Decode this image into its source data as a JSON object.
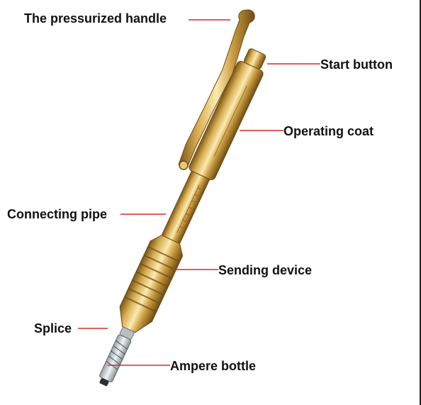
{
  "labels": {
    "handle": "The pressurized handle",
    "start": "Start button",
    "coat": "Operating coat",
    "pipe": "Connecting pipe",
    "sending": "Sending device",
    "splice": "Splice",
    "ampere": "Ampere bottle"
  },
  "colors": {
    "leader": "#d42b2b",
    "gold_light": "#f7e3a0",
    "gold_mid": "#d9ae52",
    "gold_dark": "#8a6420",
    "text": "#111111"
  }
}
